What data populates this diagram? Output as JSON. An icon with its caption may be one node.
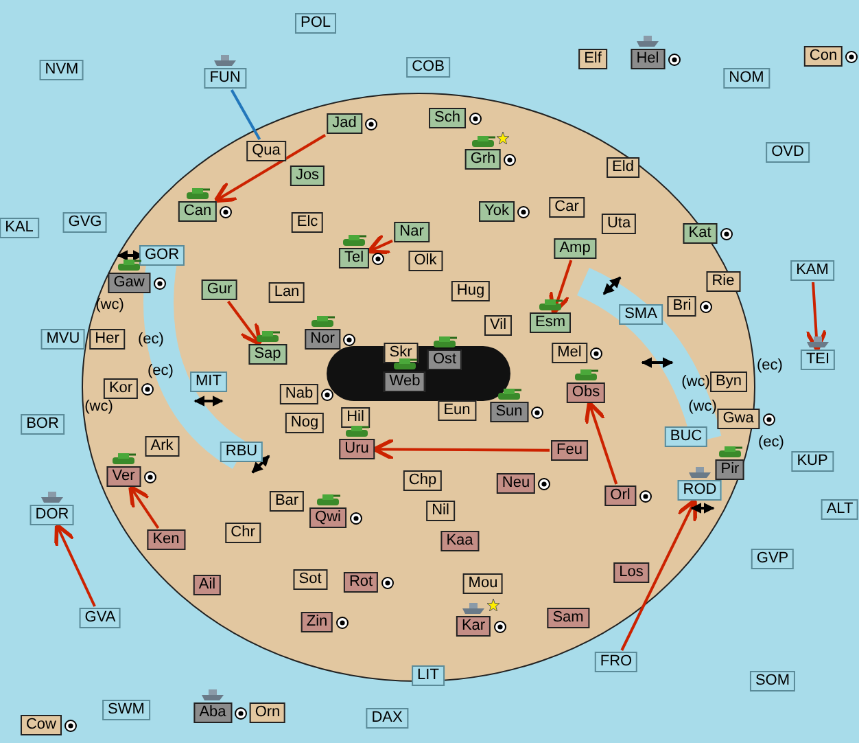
{
  "diagram": {
    "nodes": [
      {
        "text": [
          "POL"
        ]
      },
      {
        "text": [
          "NVM"
        ]
      },
      {
        "text": [
          "FUN"
        ]
      },
      {
        "text": [
          "COB"
        ]
      },
      {
        "text": [
          "Elf"
        ]
      },
      {
        "text": [
          "Hel"
        ]
      },
      {
        "text": [
          "NOM"
        ]
      },
      {
        "text": [
          "Con"
        ]
      },
      {
        "text": [
          "Jad"
        ]
      },
      {
        "text": [
          "Sch"
        ]
      },
      {
        "text": [
          "Qua"
        ]
      },
      {
        "text": [
          "OVD"
        ]
      },
      {
        "text": [
          "Grh"
        ]
      },
      {
        "text": [
          "Jos"
        ]
      },
      {
        "text": [
          "Eld"
        ]
      },
      {
        "text": [
          "Can"
        ]
      },
      {
        "text": [
          "Yok"
        ]
      },
      {
        "text": [
          "Car"
        ]
      },
      {
        "text": [
          "Elc"
        ]
      },
      {
        "text": [
          "Uta"
        ]
      },
      {
        "text": [
          "KAL"
        ]
      },
      {
        "text": [
          "GVG"
        ]
      },
      {
        "text": [
          "Kat"
        ]
      },
      {
        "text": [
          "Nar"
        ]
      },
      {
        "text": [
          "Tel"
        ]
      },
      {
        "text": [
          "Olk"
        ]
      },
      {
        "text": [
          "Amp"
        ]
      },
      {
        "text": [
          "GOR"
        ]
      },
      {
        "text": [
          "KAM"
        ]
      },
      {
        "text": [
          "Gaw"
        ]
      },
      {
        "text": [
          "Rie"
        ]
      },
      {
        "text": [
          "Gur"
        ]
      },
      {
        "text": [
          "Lan"
        ]
      },
      {
        "text": [
          "Hug"
        ]
      },
      {
        "text": [
          "Bri"
        ]
      },
      {
        "text": [
          "SMA"
        ]
      },
      {
        "text": [
          "Esm"
        ]
      },
      {
        "text": [
          "Vil"
        ]
      },
      {
        "text": [
          "MVU"
        ]
      },
      {
        "text": [
          "Her"
        ]
      },
      {
        "text": [
          "Nor"
        ]
      },
      {
        "text": [
          "Sap"
        ]
      },
      {
        "text": [
          "Skr"
        ]
      },
      {
        "text": [
          "Mel"
        ]
      },
      {
        "text": [
          "Ost"
        ]
      },
      {
        "text": [
          "TEI"
        ]
      },
      {
        "text": [
          "Byn"
        ]
      },
      {
        "text": [
          "Web"
        ]
      },
      {
        "text": [
          "MIT"
        ]
      },
      {
        "text": [
          "Kor"
        ]
      },
      {
        "text": [
          "Nab"
        ]
      },
      {
        "text": [
          "Obs"
        ]
      },
      {
        "text": [
          "Eun"
        ]
      },
      {
        "text": [
          "Sun"
        ]
      },
      {
        "text": [
          "Hil"
        ]
      },
      {
        "text": [
          "Nog"
        ]
      },
      {
        "text": [
          "BOR"
        ]
      },
      {
        "text": [
          "Gwa"
        ]
      },
      {
        "text": [
          "BUC"
        ]
      },
      {
        "text": [
          "Feu"
        ]
      },
      {
        "text": [
          "Uru"
        ]
      },
      {
        "text": [
          "Ark"
        ]
      },
      {
        "text": [
          "RBU"
        ]
      },
      {
        "text": [
          "Pir"
        ]
      },
      {
        "text": [
          "KUP"
        ]
      },
      {
        "text": [
          "Ver"
        ]
      },
      {
        "text": [
          "Chp"
        ]
      },
      {
        "text": [
          "Neu"
        ]
      },
      {
        "text": [
          "Orl"
        ]
      },
      {
        "text": [
          "Bar"
        ]
      },
      {
        "text": [
          "ROD"
        ]
      },
      {
        "text": [
          "ALT"
        ]
      },
      {
        "text": [
          "Nil"
        ]
      },
      {
        "text": [
          "Qwi"
        ]
      },
      {
        "text": [
          "DOR"
        ]
      },
      {
        "text": [
          "Ken"
        ]
      },
      {
        "text": [
          "Chr"
        ]
      },
      {
        "text": [
          "Kaa"
        ]
      },
      {
        "text": [
          "GVP"
        ]
      },
      {
        "text": [
          "Los"
        ]
      },
      {
        "text": [
          "Sot"
        ]
      },
      {
        "text": [
          "Rot"
        ]
      },
      {
        "text": [
          "Mou"
        ]
      },
      {
        "text": [
          "Ail"
        ]
      },
      {
        "text": [
          "GVA"
        ]
      },
      {
        "text": [
          "Sam"
        ]
      },
      {
        "text": [
          "Zin"
        ]
      },
      {
        "text": [
          "Kar"
        ]
      },
      {
        "text": [
          "FRO"
        ]
      },
      {
        "text": [
          "LIT"
        ]
      },
      {
        "text": [
          "SOM"
        ]
      },
      {
        "text": [
          "SWM"
        ]
      },
      {
        "text": [
          "Aba"
        ]
      },
      {
        "text": [
          "Orn"
        ]
      },
      {
        "text": [
          "DAX"
        ]
      },
      {
        "text": [
          "Cow"
        ]
      }
    ],
    "edges": [
      {
        "from": 2,
        "to": 10,
        "arrow": "none",
        "color": "#2277bb"
      },
      {
        "from": 8,
        "to": 15,
        "arrow": "to"
      },
      {
        "from": 23,
        "to": 24,
        "arrow": "to"
      },
      {
        "from": 31,
        "to": 41,
        "arrow": "to"
      },
      {
        "from": 26,
        "to": 36,
        "arrow": "to"
      },
      {
        "from": 28,
        "to": 45,
        "arrow": "to"
      },
      {
        "from": 59,
        "to": 60,
        "arrow": "to"
      },
      {
        "from": 68,
        "to": 51,
        "arrow": "to"
      },
      {
        "from": 75,
        "to": 65,
        "arrow": "to"
      },
      {
        "from": 84,
        "to": 74,
        "arrow": "to"
      },
      {
        "from": 88,
        "to": 70,
        "arrow": "to"
      }
    ],
    "labels": [
      "(wc)",
      "(ec)",
      "(ec)",
      "(ec)",
      "(wc)",
      "(wc)",
      "(wc)",
      "(ec)"
    ]
  }
}
